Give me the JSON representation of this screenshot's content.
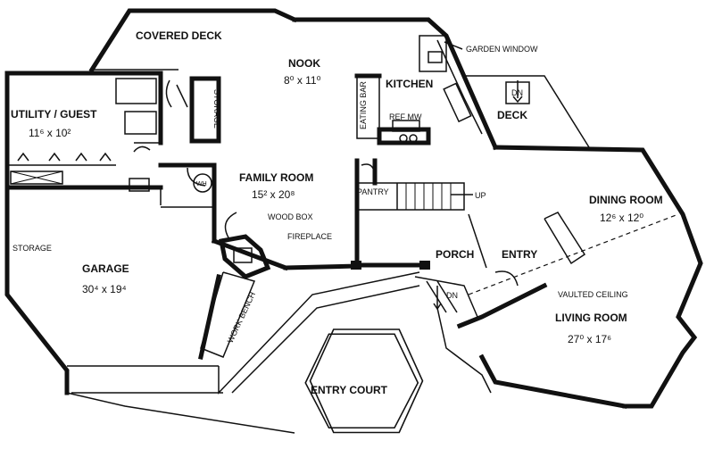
{
  "rooms": {
    "covered_deck": "COVERED DECK",
    "nook": "NOOK",
    "nook_dim": "8⁰ x 11⁰",
    "kitchen": "KITCHEN",
    "garden_window": "GARDEN WINDOW",
    "deck": "DECK",
    "utility_guest": "UTILITY / GUEST",
    "utility_dim": "11⁶ x 10²",
    "storage_small": "STORAGE",
    "family_room": "FAMILY ROOM",
    "family_dim": "15² x 20⁸",
    "wood_box": "WOOD BOX",
    "fireplace": "FIREPLACE",
    "pantry": "PANTRY",
    "up": "UP",
    "dining_room": "DINING ROOM",
    "dining_dim": "12⁶ x 12⁰",
    "storage_garage": "STORAGE",
    "garage": "GARAGE",
    "garage_dim": "30⁴ x 19⁴",
    "work_bench": "WORK BENCH",
    "porch": "PORCH",
    "entry": "ENTRY",
    "dn_porch": "DN",
    "vaulted_ceiling": "VAULTED CEILING",
    "living_room": "LIVING ROOM",
    "living_dim": "27⁰ x 17⁶",
    "entry_court": "ENTRY COURT",
    "dn_deck": "DN",
    "ref_mw": "REF  MW",
    "eating_bar": "EATING BAR",
    "wh": "WH"
  }
}
